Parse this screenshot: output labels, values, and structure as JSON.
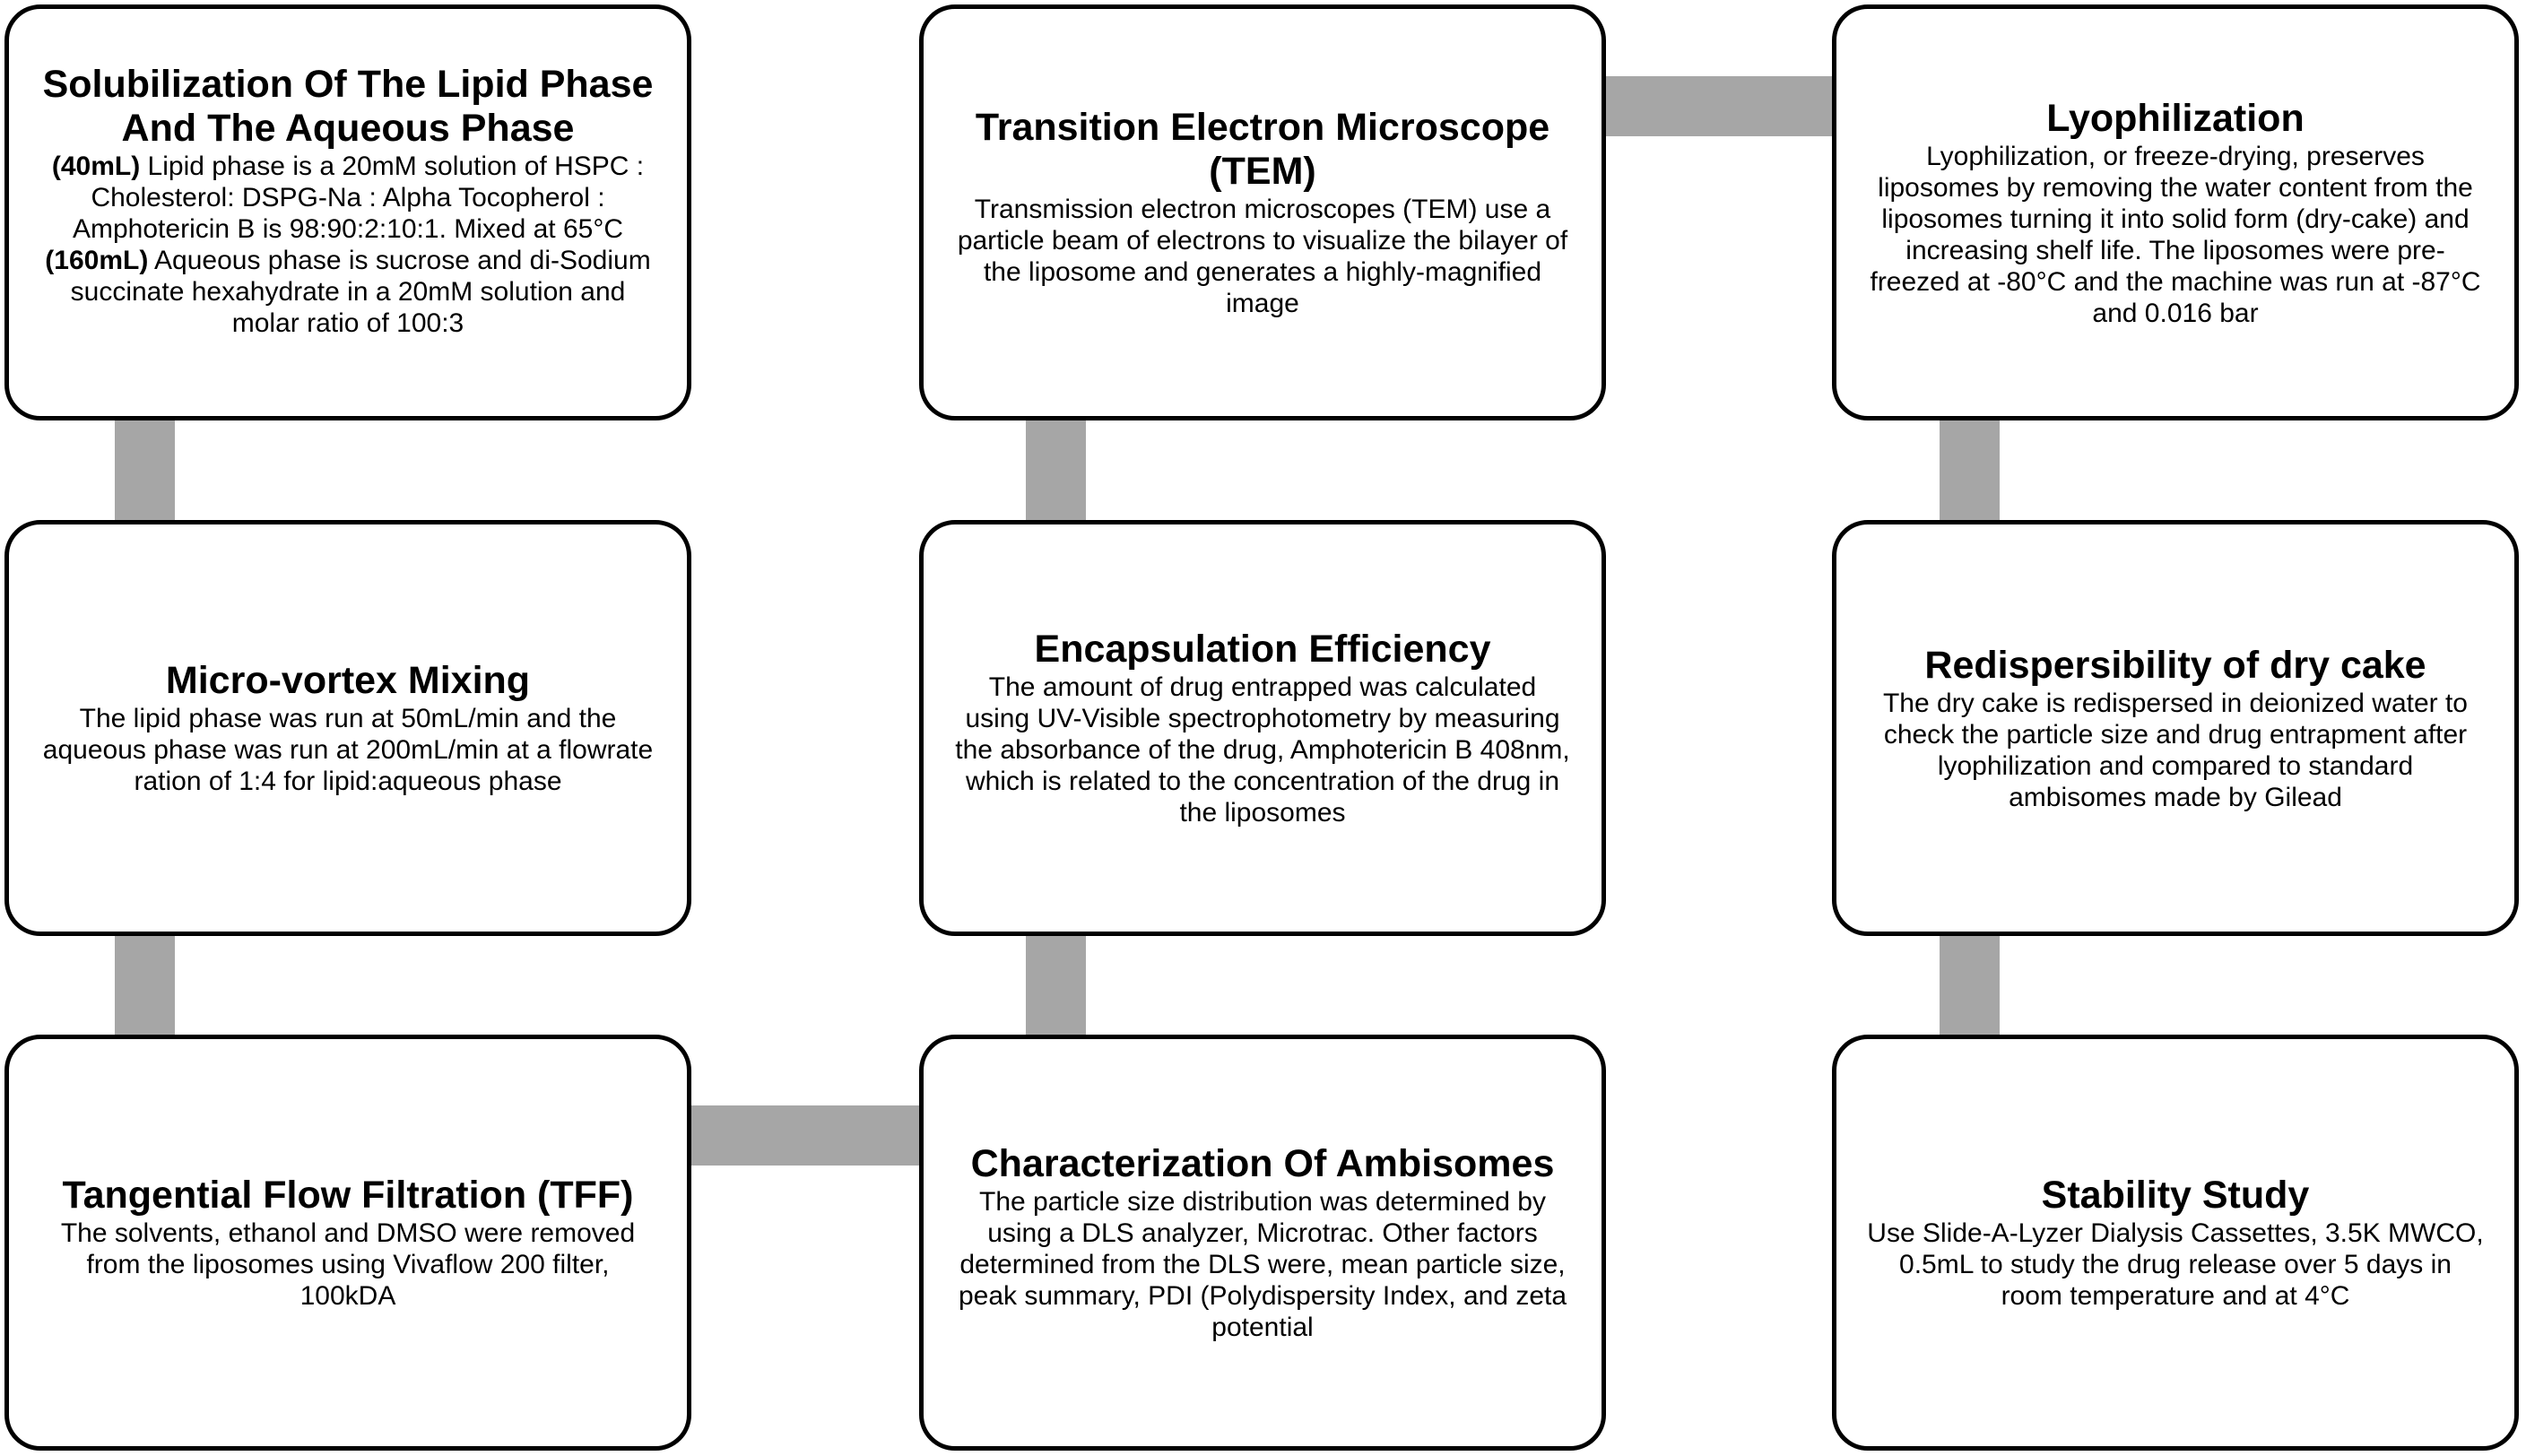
{
  "colors": {
    "box_border": "#000000",
    "box_fill": "#ffffff",
    "connector": "#a6a6a6"
  },
  "boxes": {
    "solubilization": {
      "title": "Solubilization Of The Lipid Phase And The Aqueous Phase",
      "lipid_amount": "(40mL)",
      "lipid_text": " Lipid phase is a 20mM solution of HSPC : Cholesterol: DSPG-Na : Alpha Tocopherol : Amphotericin B is 98:90:2:10:1. Mixed at 65°C",
      "aqueous_amount": "(160mL)",
      "aqueous_text": " Aqueous phase is sucrose and di-Sodium succinate hexahydrate in a 20mM solution and molar ratio of 100:3"
    },
    "micro_vortex": {
      "title": "Micro-vortex Mixing",
      "body": "The lipid phase was run at 50mL/min and the aqueous phase was run at 200mL/min at a flowrate ration of 1:4 for lipid:aqueous phase"
    },
    "tff": {
      "title": "Tangential Flow Filtration (TFF)",
      "body": "The solvents, ethanol and DMSO were removed from the liposomes using Vivaflow 200 filter, 100kDA"
    },
    "tem": {
      "title": "Transition Electron Microscope (TEM)",
      "body": "Transmission electron microscopes (TEM) use a particle beam of electrons to visualize the bilayer of the liposome and generates a highly-magnified image"
    },
    "encapsulation": {
      "title": "Encapsulation Efficiency",
      "body": "The amount of drug entrapped was calculated using UV-Visible spectrophotometry by measuring the absorbance of the drug, Amphotericin B 408nm, which is related to the concentration of the drug in the liposomes"
    },
    "characterization": {
      "title": "Characterization Of Ambisomes",
      "body": "The particle size distribution was determined by using a DLS analyzer, Microtrac. Other factors determined from the DLS were, mean particle size, peak summary, PDI (Polydispersity Index, and zeta potential"
    },
    "lyophilization": {
      "title": "Lyophilization",
      "body": "Lyophilization, or freeze-drying, preserves liposomes  by removing the water content from the liposomes turning it into solid form (dry-cake) and increasing shelf life. The liposomes were pre-freezed at -80°C and the machine was run at -87°C and 0.016 bar"
    },
    "redispersibility": {
      "title": "Redispersibility of dry cake",
      "body": "The dry cake is redispersed in deionized water to check the particle size and drug entrapment after lyophilization and compared to standard ambisomes made by Gilead"
    },
    "stability": {
      "title": "Stability Study",
      "body": "Use Slide-A-Lyzer Dialysis Cassettes, 3.5K MWCO, 0.5mL to study the drug release over 5 days in room temperature and at 4°C"
    }
  }
}
